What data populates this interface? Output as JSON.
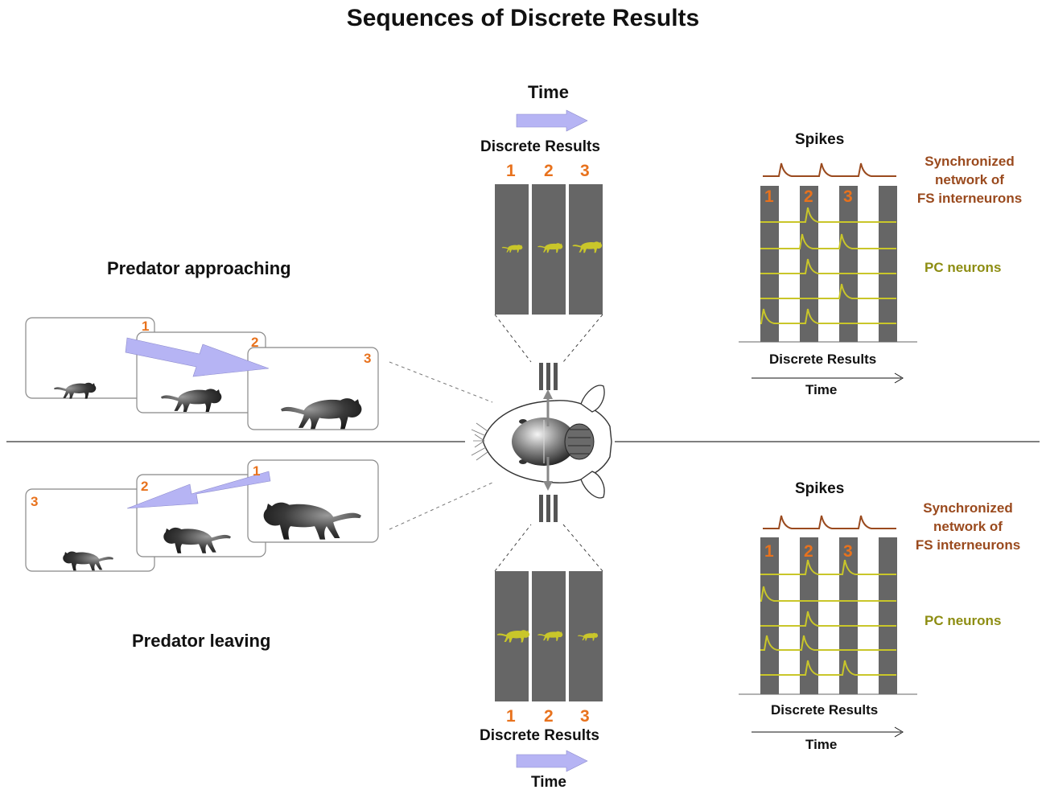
{
  "title": "Sequences of Discrete Results",
  "colors": {
    "arrow_fill": "#b6b4f4",
    "number_orange": "#e8721d",
    "spike_yellow": "#c9c62a",
    "network_brown": "#9a4a1e",
    "pc_olive": "#8d8d12",
    "bar_gray": "#666666"
  },
  "top": {
    "time_label": "Time",
    "discrete_results_label": "Discrete Results",
    "frame_numbers": [
      "1",
      "2",
      "3"
    ],
    "scenario_label": "Predator approaching",
    "panel_numbers": [
      "1",
      "2",
      "3"
    ],
    "raster": {
      "spikes_label": "Spikes",
      "network_label_lines": [
        "Synchronized",
        "network of",
        "FS interneurons"
      ],
      "pc_label": "PC neurons",
      "numbers": [
        "1",
        "2",
        "3"
      ],
      "x_label": "Discrete Results",
      "time_label": "Time"
    }
  },
  "bottom": {
    "time_label": "Time",
    "discrete_results_label": "Discrete Results",
    "frame_numbers": [
      "1",
      "2",
      "3"
    ],
    "scenario_label": "Predator leaving",
    "panel_numbers": [
      "3",
      "2",
      "1"
    ],
    "raster": {
      "spikes_label": "Spikes",
      "network_label_lines": [
        "Synchronized",
        "network of",
        "FS interneurons"
      ],
      "pc_label": "PC neurons",
      "numbers": [
        "1",
        "2",
        "3"
      ],
      "x_label": "Discrete Results",
      "time_label": "Time"
    }
  },
  "icons": {
    "predator": "cat-silhouette-icon",
    "prey_brain": "rat-head-brain-icon",
    "direction": "arrow-icon"
  }
}
